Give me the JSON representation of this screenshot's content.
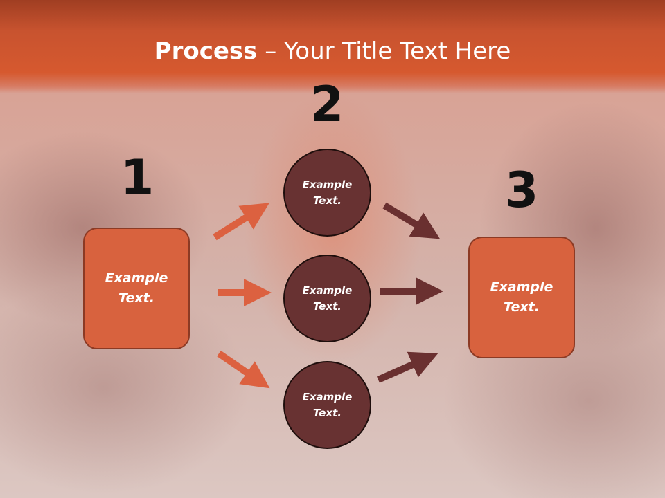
{
  "slide": {
    "title_bold": "Process",
    "title_sep": " – ",
    "title_rest": "Your Title Text Here",
    "steps": [
      {
        "number": "1",
        "label_line1": "Example",
        "label_line2": "Text."
      },
      {
        "number": "2"
      },
      {
        "number": "3",
        "label_line1": "Example",
        "label_line2": "Text."
      }
    ],
    "circles": [
      {
        "label_line1": "Example",
        "label_line2": "Text."
      },
      {
        "label_line1": "Example",
        "label_line2": "Text."
      },
      {
        "label_line1": "Example",
        "label_line2": "Text."
      }
    ]
  },
  "colors": {
    "header": "#d6592f",
    "box_fill": "#d8623e",
    "circle_fill": "#683232",
    "arrow_left": "#dc6140",
    "arrow_right": "#6a3030",
    "number_text": "#111111"
  }
}
